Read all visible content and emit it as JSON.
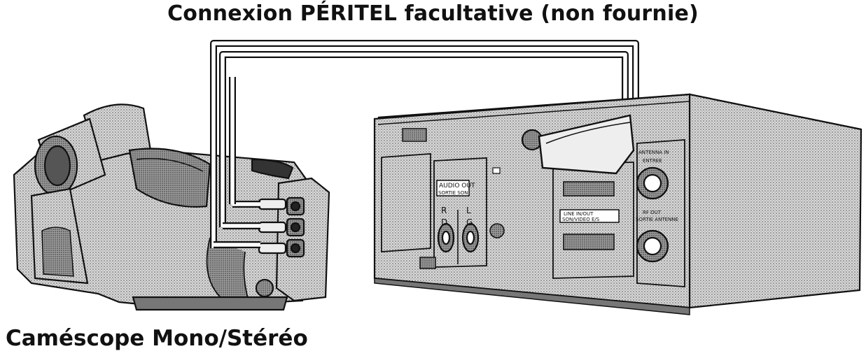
{
  "title": "Connexion PÉRITEL facultative (non fournie)",
  "caption": "Caméscope Mono/Stéréo",
  "panel": {
    "audio_out": "AUDIO OUT",
    "sortie_son": "SORTIE SON",
    "r": "R",
    "l": "L",
    "d": "D",
    "g": "G",
    "antenna_in": "ANTENNA IN",
    "entree": "ENTREE",
    "line_in_out": "LINE IN/OUT",
    "son_video": "SON/VIDEO E/S",
    "rf_out": "RF OUT",
    "sortie_antenne": "SORTIE ANTENNE"
  }
}
